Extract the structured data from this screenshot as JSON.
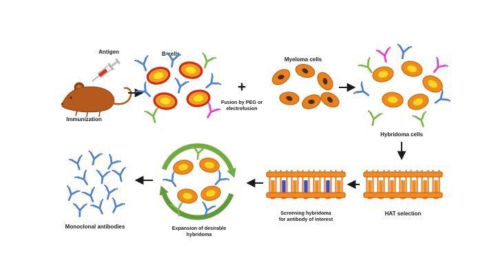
{
  "diagram": {
    "labels": {
      "antigen": "Antigen",
      "immunization": "Immunization",
      "b_cells": "B-cells",
      "plus": "+",
      "fusion_line1": "Fusion by PEG or",
      "fusion_line2": "electrofusion",
      "myeloma_cells": "Myeloma cells",
      "hybridoma_cells": "Hybridoma cells",
      "hat_selection": "HAT selection",
      "screening_line1": "Screening hybridoma",
      "screening_line2": "for antibody of interest",
      "expansion_line1": "Expansion of desirable",
      "expansion_line2": "hybridoma",
      "monoclonal_antibodies": "Monoclonal antibodies"
    },
    "colors": {
      "cell_body_orange": "#EC8B1F",
      "cell_nucleus_yellow": "#FFD71F",
      "b_cell_ring_red": "#D42A12",
      "myeloma_nucleus_brown": "#4A2C10",
      "antibody_blue": "#4A7FD4",
      "antibody_green": "#7AB648",
      "antibody_magenta": "#E83EC8",
      "rack_orange": "#EF8B1F",
      "tube_outline_orange": "#E8761A",
      "screen_positive_blue": "#3D4FC4",
      "cycle_arrow_green": "#6FAE3E",
      "mouse_brown": "#B55A1C",
      "flow_arrow_black": "#1A1A1A",
      "background": "#FFFFFF"
    }
  }
}
